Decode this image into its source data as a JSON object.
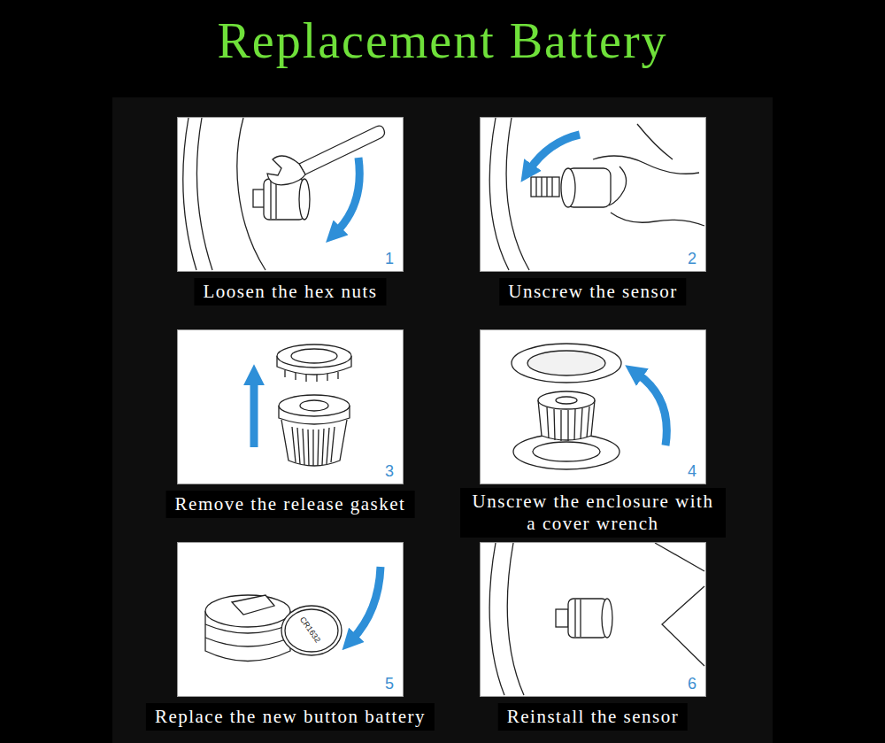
{
  "diagram": {
    "title": "Replacement Battery",
    "nodes": [
      {
        "text": [
          "1",
          "Loosen the hex nuts"
        ]
      },
      {
        "text": [
          "2",
          "Unscrew the sensor"
        ]
      },
      {
        "text": [
          "3",
          "Remove the release gasket"
        ]
      },
      {
        "text": [
          "4",
          "Unscrew the enclosure with a cover wrench"
        ]
      },
      {
        "text": [
          "5",
          "Replace the new button battery"
        ]
      },
      {
        "text": [
          "6",
          "Reinstall the sensor"
        ]
      }
    ],
    "labels": [
      "CR1632"
    ]
  }
}
